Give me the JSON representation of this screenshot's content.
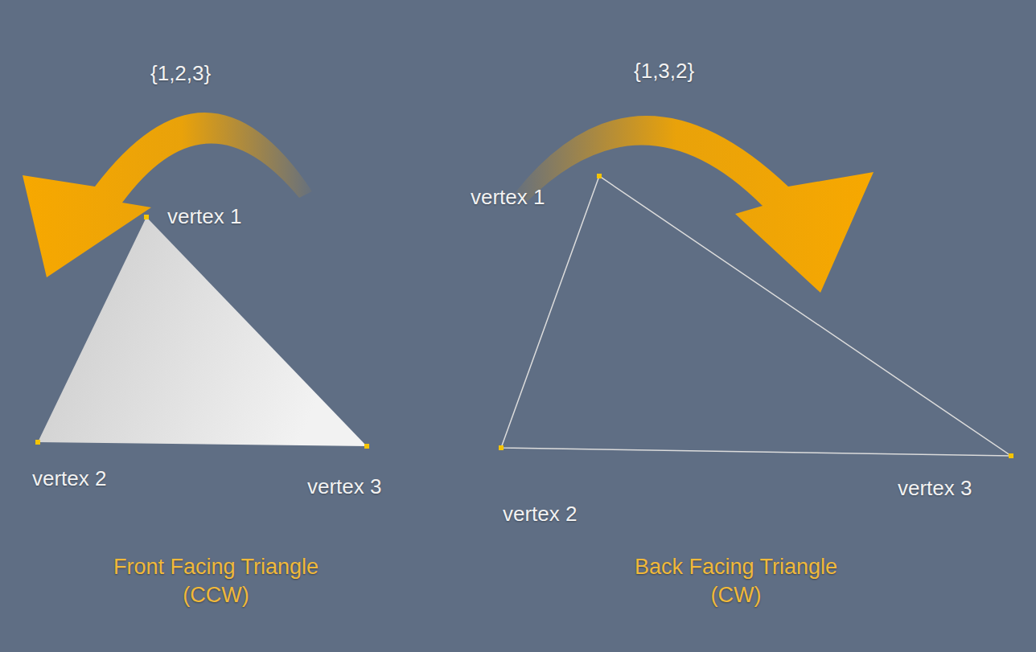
{
  "diagram": {
    "labels": [
      "{1,2,3}",
      "vertex 1",
      "vertex 2",
      "vertex 3",
      "Front Facing Triangle (CCW)",
      "{1,3,2}",
      "vertex 1",
      "vertex 2",
      "vertex 3",
      "Back Facing Triangle (CW)"
    ]
  }
}
